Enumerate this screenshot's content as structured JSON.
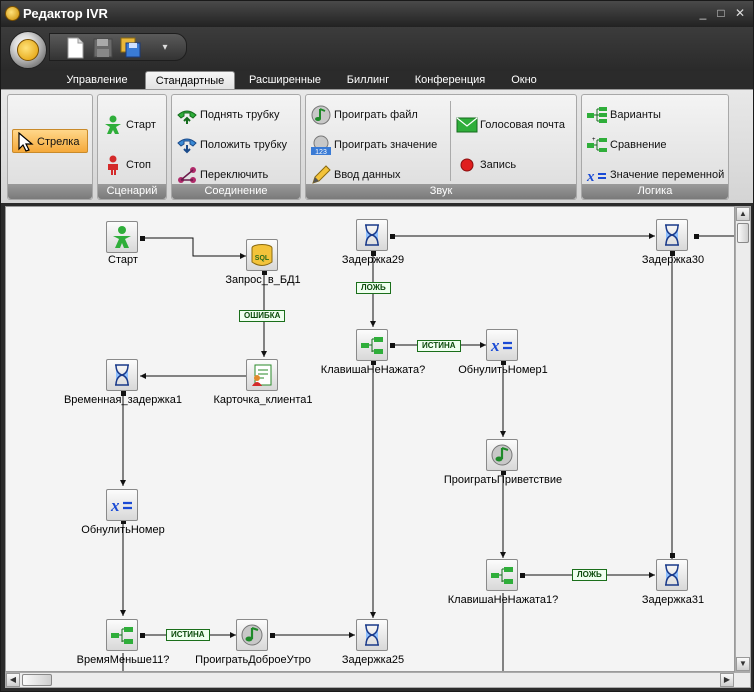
{
  "window": {
    "title": "Редактор IVR"
  },
  "tabs": [
    {
      "label": "Управление"
    },
    {
      "label": "Стандартные"
    },
    {
      "label": "Расширенные"
    },
    {
      "label": "Биллинг"
    },
    {
      "label": "Конференция"
    },
    {
      "label": "Окно"
    }
  ],
  "ribbon": {
    "pointer": {
      "label": "Стрелка"
    },
    "scenario": {
      "title": "Сценарий",
      "start": "Старт",
      "stop": "Стоп"
    },
    "connection": {
      "title": "Соединение",
      "pickup": "Поднять трубку",
      "hangup": "Положить трубку",
      "transfer": "Переключить"
    },
    "sound": {
      "title": "Звук",
      "play_file": "Проиграть файл",
      "play_value": "Проиграть значение",
      "input": "Ввод данных",
      "voicemail": "Голосовая почта",
      "record": "Запись"
    },
    "logic": {
      "title": "Логика",
      "variants": "Варианты",
      "compare": "Сравнение",
      "var_value": "Значение переменной"
    }
  },
  "nodes": {
    "start": "Старт",
    "db_query": "Запрос_в_БД1",
    "client_card": "Карточка_клиента1",
    "temp_delay": "Временная_задержка1",
    "reset_number": "ОбнулитьНомер",
    "time_less": "ВремяМеньше11?",
    "play_morning": "ПроигратьДоброеУтро",
    "delay25": "Задержка25",
    "delay29": "Задержка29",
    "key_not_pressed": "КлавишаНеНажата?",
    "reset_number1": "ОбнулитьНомер1",
    "play_greeting": "ПроигратьПриветствие",
    "key_not_pressed1": "КлавишаНеНажата1?",
    "delay30": "Задержка30",
    "delay31": "Задержка31"
  },
  "edges": {
    "error": "ОШИБКА",
    "false1": "ЛОЖЬ",
    "true1": "ИСТИНА",
    "true2": "ИСТИНА",
    "false2": "ЛОЖЬ"
  },
  "colors": {
    "accent": "#f5a93a",
    "wire": "#111111",
    "edge_label": "#1a6e1a"
  }
}
